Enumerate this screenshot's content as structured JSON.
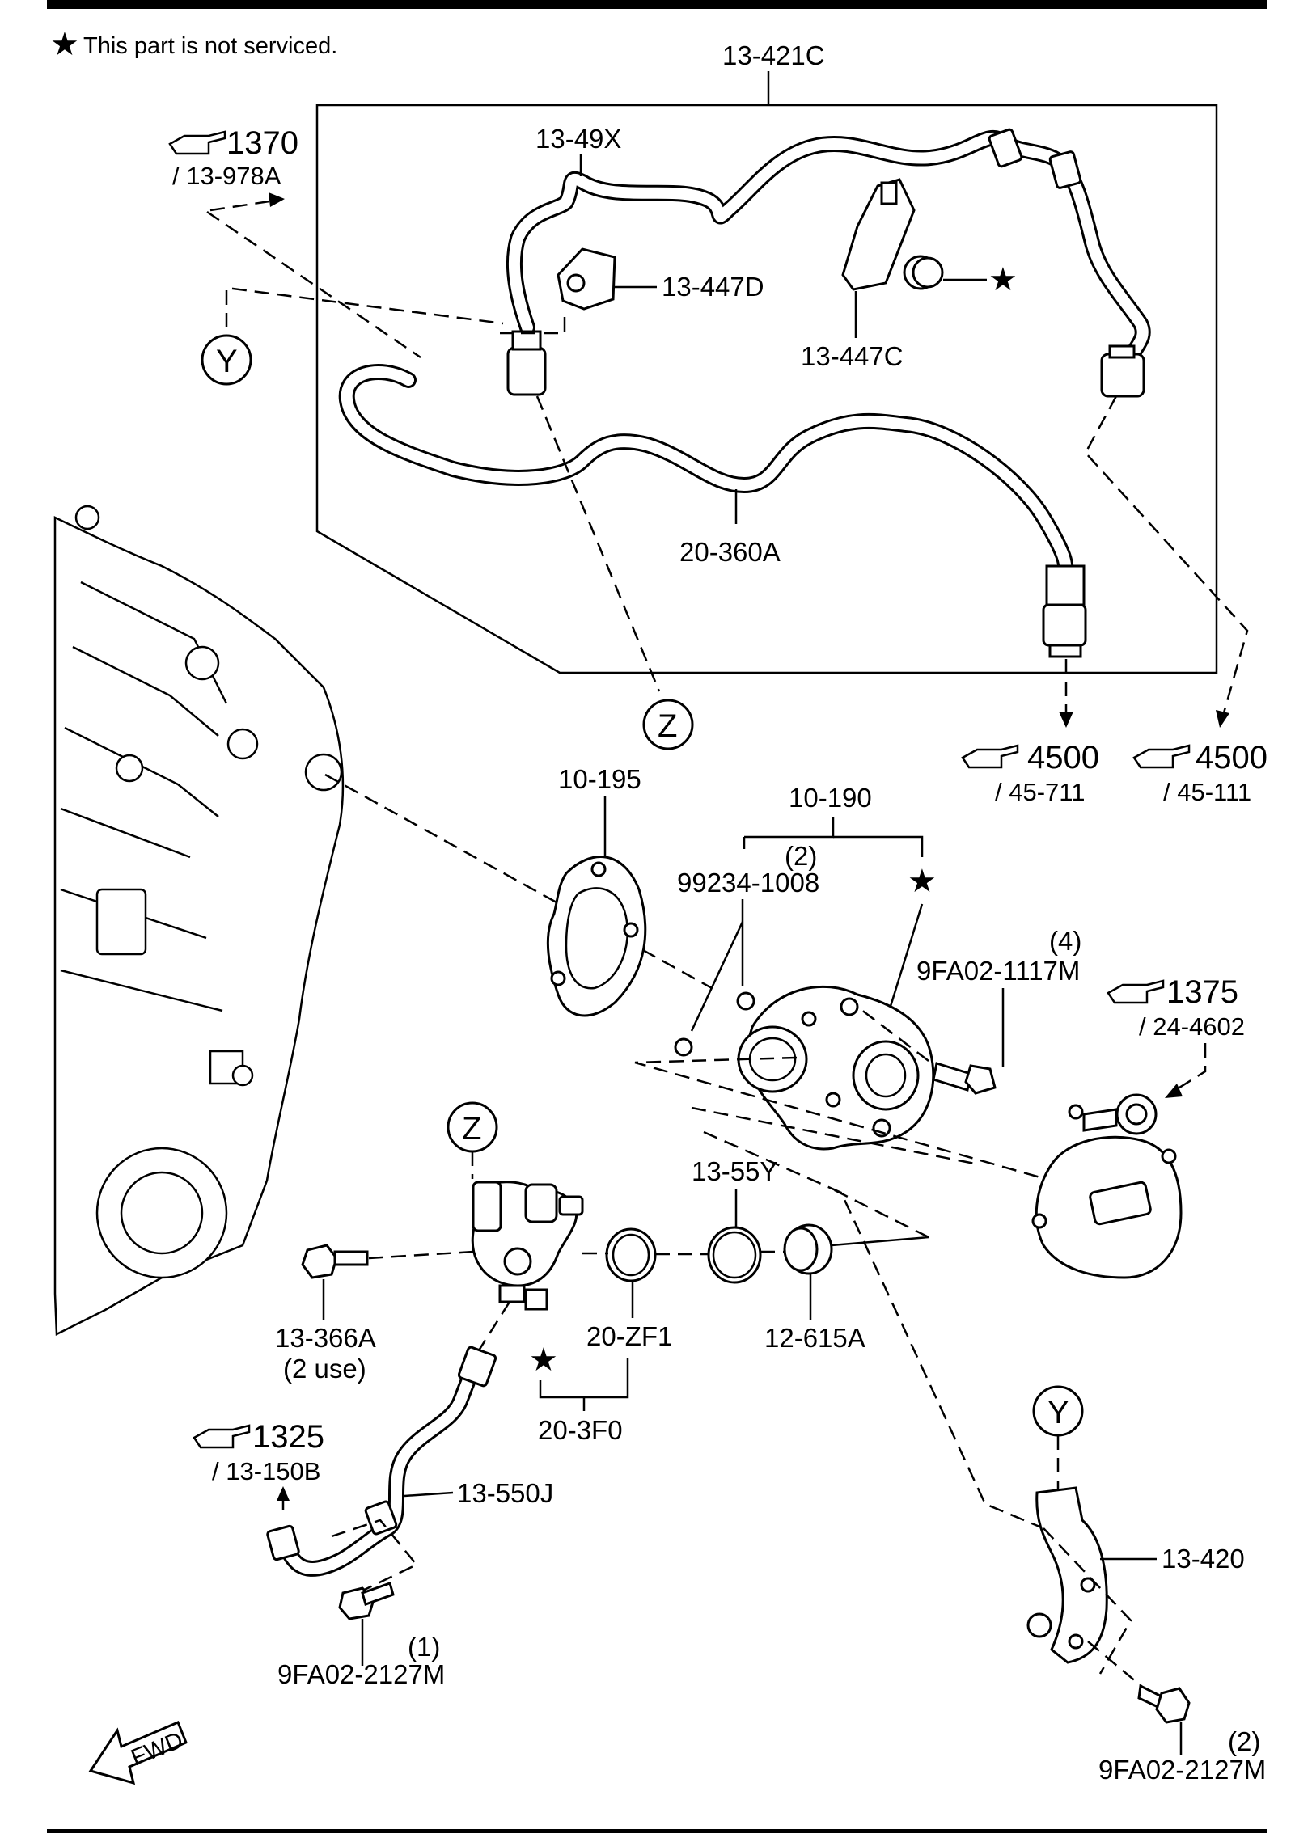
{
  "note": {
    "star": "★",
    "text": "This part is not serviced."
  },
  "parts": {
    "p13_421C": "13-421C",
    "p13_49X": "13-49X",
    "p13_447D": "13-447D",
    "p13_447C": "13-447C",
    "p20_360A": "20-360A",
    "p10_195": "10-195",
    "p10_190": "10-190",
    "p99234": "99234-1008",
    "p99234_qty": "(2)",
    "p9FA02_1117M": "9FA02-1117M",
    "p9FA02_1117M_qty": "(4)",
    "p13_55Y": "13-55Y",
    "p20_ZF1": "20-ZF1",
    "p12_615A": "12-615A",
    "p13_366A": "13-366A",
    "p13_366A_use": "(2 use)",
    "p20_3F0": "20-3F0",
    "p13_550J": "13-550J",
    "p9FA02_2127M_a": "9FA02-2127M",
    "p9FA02_2127M_a_qty": "(1)",
    "p13_420": "13-420",
    "p9FA02_2127M_b": "9FA02-2127M",
    "p9FA02_2127M_b_qty": "(2)"
  },
  "refs": {
    "r1370": {
      "num": "1370",
      "sub": "/ 13-978A"
    },
    "r4500a": {
      "num": "4500",
      "sub": "/ 45-711"
    },
    "r4500b": {
      "num": "4500",
      "sub": "/ 45-111"
    },
    "r1375": {
      "num": "1375",
      "sub": "/ 24-4602"
    },
    "r1325": {
      "num": "1325",
      "sub": "/ 13-150B"
    }
  },
  "callouts": {
    "y": "Y",
    "z": "Z"
  },
  "star": "★",
  "fwd": "FWD",
  "icons": {
    "reference": "pointing-hand-icon",
    "front": "fwd-arrow-icon"
  }
}
